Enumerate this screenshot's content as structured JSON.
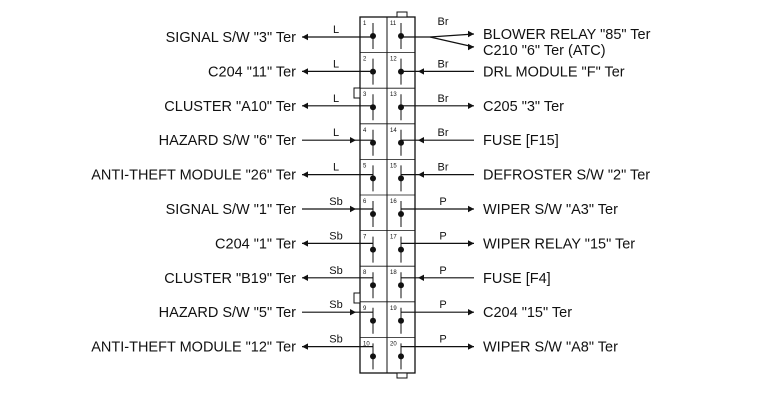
{
  "connector": {
    "left_pins": [
      "1",
      "2",
      "3",
      "4",
      "5",
      "6",
      "7",
      "8",
      "9",
      "10"
    ],
    "right_pins": [
      "11",
      "12",
      "13",
      "14",
      "15",
      "16",
      "17",
      "18",
      "19",
      "20"
    ]
  },
  "left_rows": [
    {
      "label": "SIGNAL S/W \"3\" Ter",
      "wire": "L",
      "dir": "out"
    },
    {
      "label": "C204 \"11\" Ter",
      "wire": "L",
      "dir": "out"
    },
    {
      "label": "CLUSTER \"A10\" Ter",
      "wire": "L",
      "dir": "out"
    },
    {
      "label": "HAZARD S/W \"6\" Ter",
      "wire": "L",
      "dir": "in"
    },
    {
      "label": "ANTI-THEFT MODULE \"26\" Ter",
      "wire": "L",
      "dir": "out"
    },
    {
      "label": "SIGNAL S/W \"1\" Ter",
      "wire": "Sb",
      "dir": "in"
    },
    {
      "label": "C204 \"1\" Ter",
      "wire": "Sb",
      "dir": "out"
    },
    {
      "label": "CLUSTER \"B19\" Ter",
      "wire": "Sb",
      "dir": "out"
    },
    {
      "label": "HAZARD S/W \"5\" Ter",
      "wire": "Sb",
      "dir": "in"
    },
    {
      "label": "ANTI-THEFT MODULE \"12\" Ter",
      "wire": "Sb",
      "dir": "out"
    }
  ],
  "right_rows": [
    {
      "label": "BLOWER RELAY \"85\" Ter",
      "label2": "C210 \"6\" Ter (ATC)",
      "wire": "Br",
      "dir": "out"
    },
    {
      "label": "DRL MODULE \"F\" Ter",
      "wire": "Br",
      "dir": "in"
    },
    {
      "label": "C205 \"3\" Ter",
      "wire": "Br",
      "dir": "out"
    },
    {
      "label": "FUSE [F15]",
      "wire": "Br",
      "dir": "in"
    },
    {
      "label": "DEFROSTER S/W \"2\" Ter",
      "wire": "Br",
      "dir": "in"
    },
    {
      "label": "WIPER S/W \"A3\" Ter",
      "wire": "P",
      "dir": "out"
    },
    {
      "label": "WIPER RELAY \"15\" Ter",
      "wire": "P",
      "dir": "out"
    },
    {
      "label": "FUSE [F4]",
      "wire": "P",
      "dir": "in"
    },
    {
      "label": "C204 \"15\" Ter",
      "wire": "P",
      "dir": "out"
    },
    {
      "label": "WIPER S/W \"A8\" Ter",
      "wire": "P",
      "dir": "out"
    }
  ]
}
